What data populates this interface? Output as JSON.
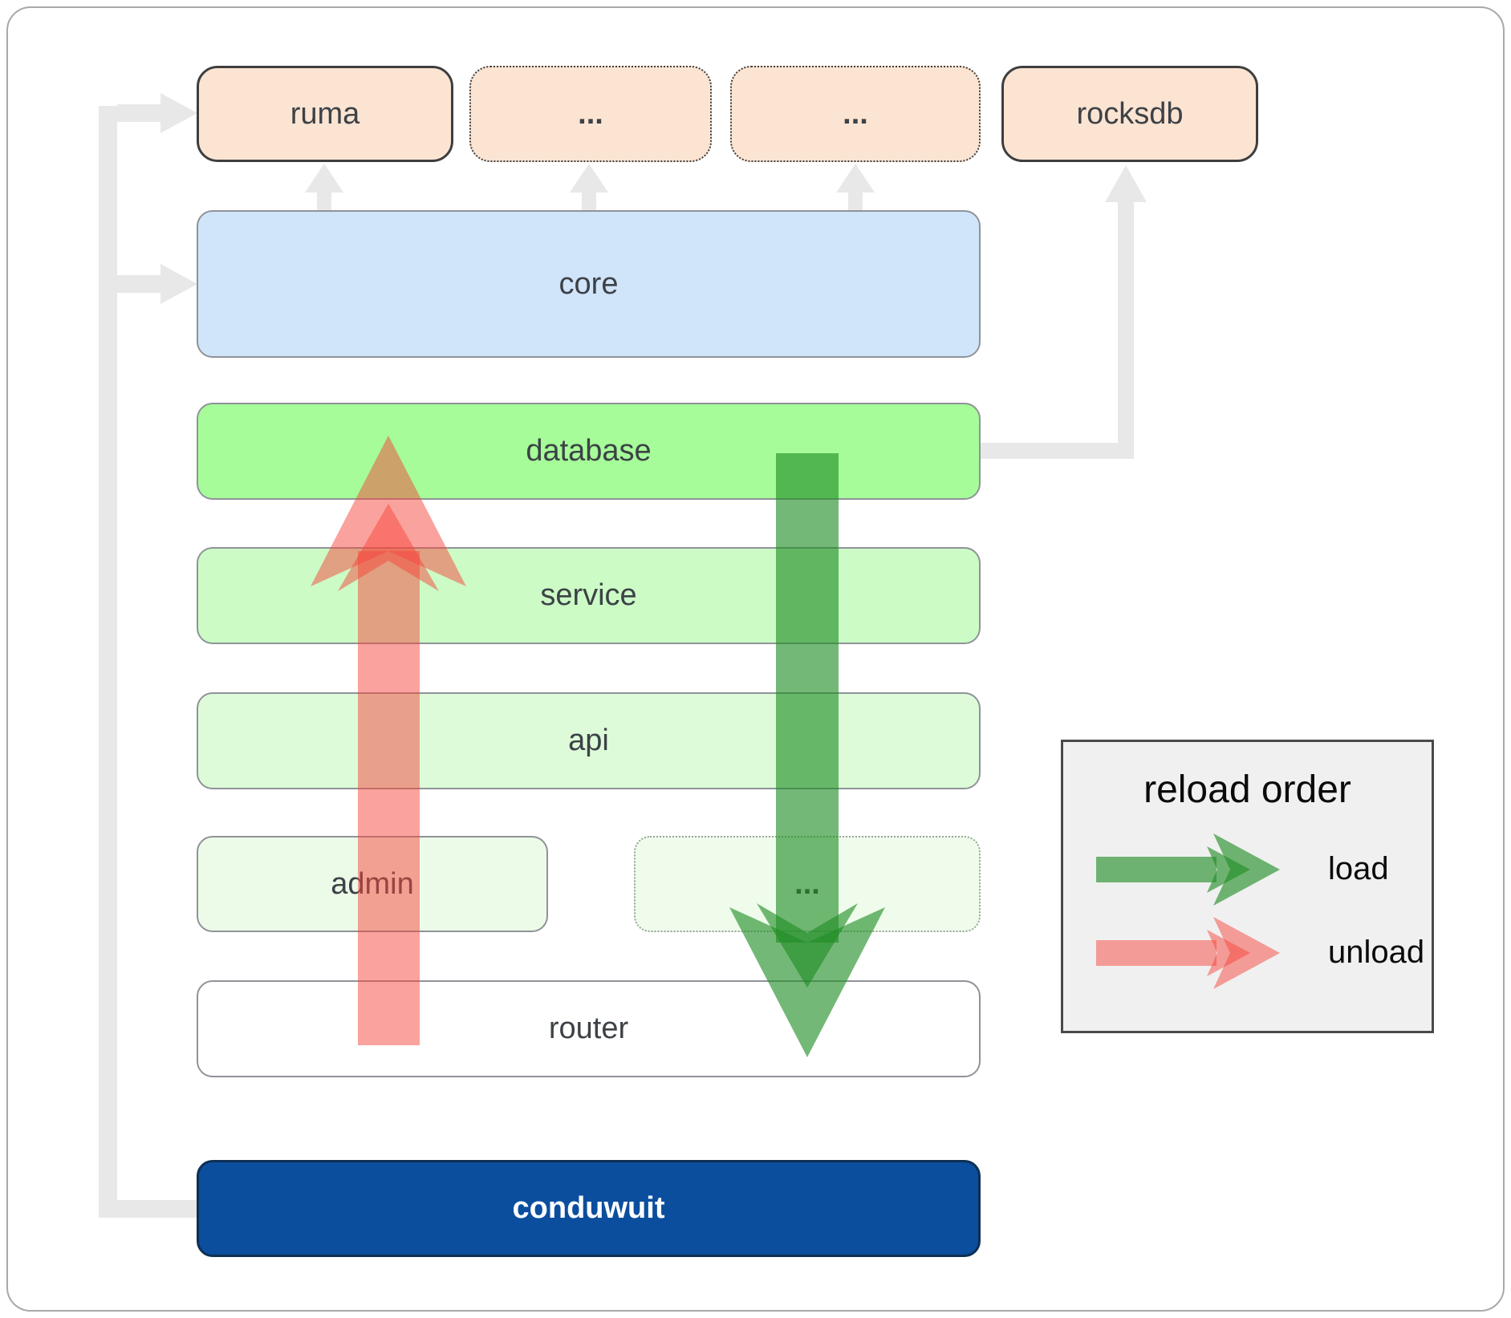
{
  "boxes": {
    "ruma": {
      "label": "ruma"
    },
    "dots1": {
      "label": "..."
    },
    "dots2": {
      "label": "..."
    },
    "rocksdb": {
      "label": "rocksdb"
    },
    "core": {
      "label": "core"
    },
    "database": {
      "label": "database"
    },
    "service": {
      "label": "service"
    },
    "api": {
      "label": "api"
    },
    "admin": {
      "label": "admin"
    },
    "dots3": {
      "label": "..."
    },
    "router": {
      "label": "router"
    },
    "conduwuit": {
      "label": "conduwuit"
    }
  },
  "legend": {
    "title": "reload order",
    "items": [
      {
        "label": "load",
        "color": "#1e8c23"
      },
      {
        "label": "unload",
        "color": "#f5463c"
      }
    ]
  },
  "colors": {
    "peach_fill": "#fce4d3",
    "core_blue": "#d0e4fa",
    "database_green": "#a5fc98",
    "service_green": "#ccfbc6",
    "api_green": "#ddfbd8",
    "admin_green": "#ecfae8",
    "router_white": "#ffffff",
    "conduwuit_blue": "#0b4e9e",
    "load_arrow_green": "#1e8c23",
    "unload_arrow_red": "#f5463c",
    "connector_gray": "#e8e8e8"
  }
}
